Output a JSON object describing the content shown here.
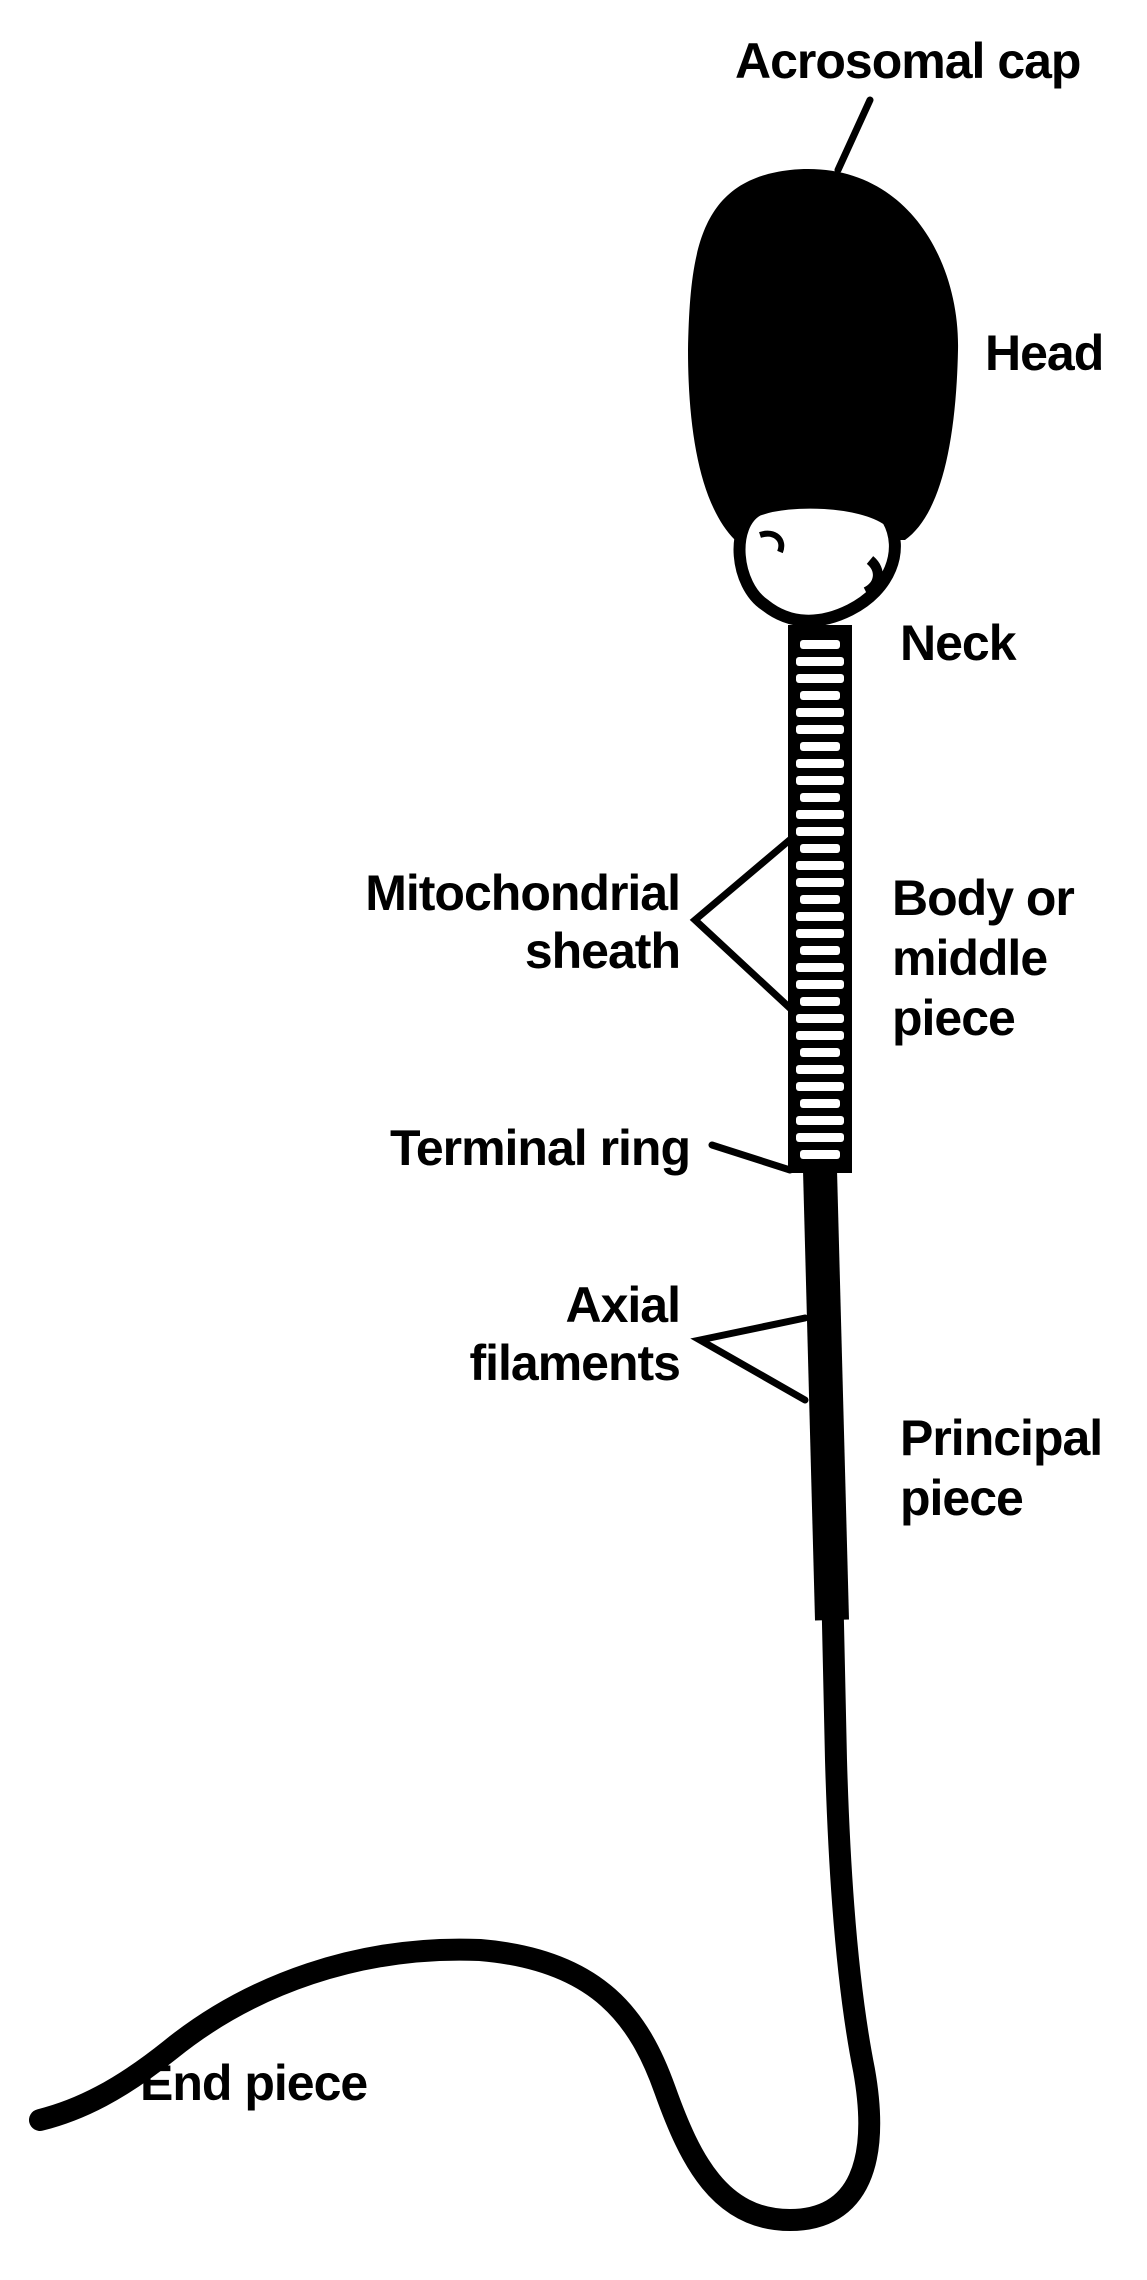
{
  "diagram": {
    "labels": {
      "acrosomal_cap": "Acrosomal cap",
      "head": "Head",
      "neck": "Neck",
      "mitochondrial_sheath_1": "Mitochondrial",
      "mitochondrial_sheath_2": "sheath",
      "body_1": "Body or",
      "body_2": "middle",
      "body_3": "piece",
      "terminal_ring": "Terminal ring",
      "axial_filaments_1": "Axial",
      "axial_filaments_2": "filaments",
      "principal_piece_1": "Principal",
      "principal_piece_2": "piece",
      "end_piece": "End piece"
    },
    "colors": {
      "ink": "#000000",
      "paper": "#ffffff"
    }
  }
}
